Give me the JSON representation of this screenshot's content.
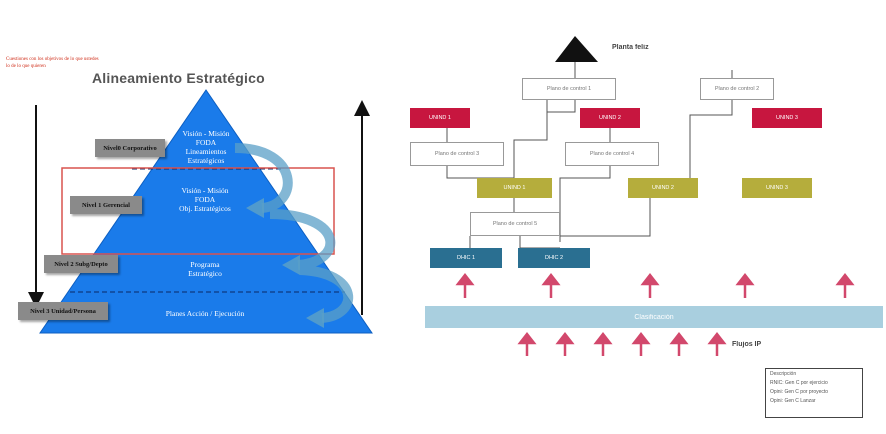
{
  "left_diagram": {
    "note": "Cuestiones con los objetivos de lo que ustedes lo de lo que quieren",
    "title": "Alineamiento Estratégico",
    "levels": [
      "Nivel0 Corporativo",
      "Nivel 1 Gerencial",
      "Nivel 2 Subg/Depto",
      "Nivel 3 Unidad/Persona"
    ],
    "pyramid_text": {
      "top": [
        "Visión - Misión",
        "FODA",
        "Lineamientos",
        "Estratégicos"
      ],
      "middle": [
        "Visión - Misión",
        "FODA",
        "Obj. Estratégicos"
      ],
      "lower": [
        "Programa",
        "Estratégico"
      ],
      "bottom": "Planes Acción / Ejecución"
    },
    "colors": {
      "pyramid": "#1a7bea",
      "level_box": "#8a8a8a",
      "highlight": "#d9534f",
      "arrows": "#5aa0c8"
    }
  },
  "right_diagram": {
    "top_label": "Planta feliz",
    "plans": [
      "Plano de control 1",
      "Plano de control 2",
      "Plano de control 3",
      "Plano de control 4",
      "Plano de control 5"
    ],
    "red_units": [
      "UNIND 1",
      "UNIND 2",
      "UNIND 3"
    ],
    "olive_units": [
      "UNIND 1",
      "UNIND 2",
      "UNIND 3"
    ],
    "teal_units": [
      "DHIC 1",
      "DHIC 2"
    ],
    "bar_label": "Clasificación",
    "flows_label": "Flujos IP",
    "legend_title": "Descripción",
    "legend_items": [
      "RNIC: Gen C por ejercicio",
      "Opini: Gen C por proyecto",
      "Opini: Gen C Lanzar"
    ],
    "colors": {
      "red": "#c7163f",
      "olive": "#b5ad3c",
      "teal": "#2a6f91",
      "bar": "#a9cfdf",
      "arrows": "#d2486c"
    }
  }
}
